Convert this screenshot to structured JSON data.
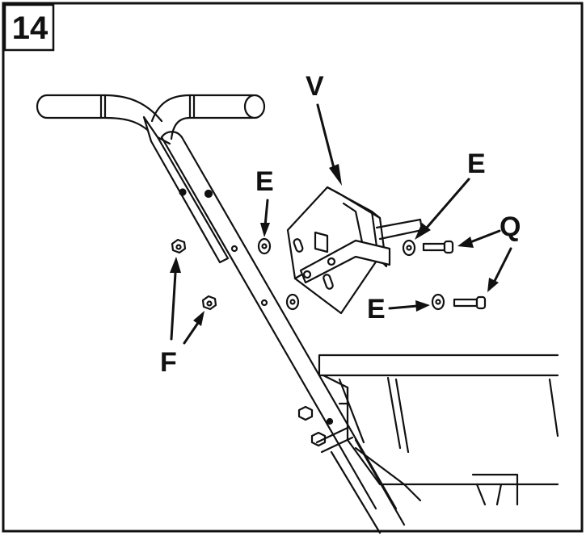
{
  "step": {
    "number": "14"
  },
  "labels": {
    "v": "V",
    "e_top": "E",
    "e_right": "E",
    "e_bottom": "E",
    "q": "Q",
    "f": "F"
  }
}
